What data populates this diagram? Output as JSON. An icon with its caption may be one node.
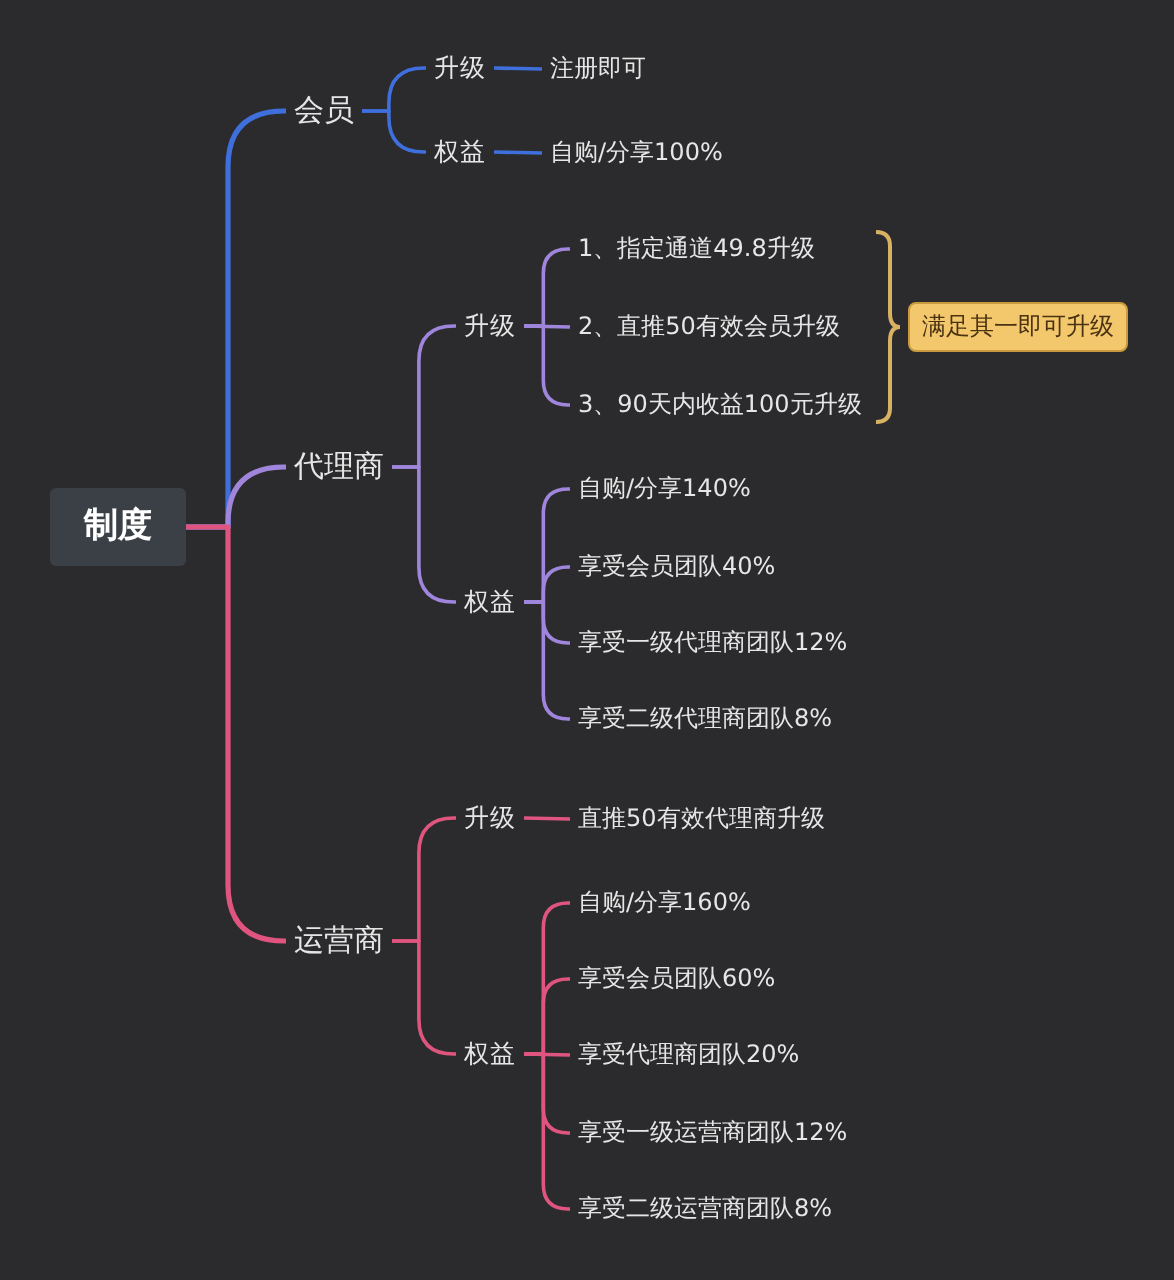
{
  "diagram": {
    "nodes": [
      {
        "text": [
          "制度"
        ]
      },
      {
        "text": [
          "会员"
        ]
      },
      {
        "text": [
          "升级"
        ]
      },
      {
        "text": [
          "注册即可"
        ]
      },
      {
        "text": [
          "权益"
        ]
      },
      {
        "text": [
          "自购/分享100%"
        ]
      },
      {
        "text": [
          "代理商"
        ]
      },
      {
        "text": [
          "升级"
        ]
      },
      {
        "text": [
          "1、指定通道49.8升级"
        ]
      },
      {
        "text": [
          "2、直推50有效会员升级"
        ]
      },
      {
        "text": [
          "3、90天内收益100元升级"
        ]
      },
      {
        "text": [
          "满足其一即可升级"
        ]
      },
      {
        "text": [
          "权益"
        ]
      },
      {
        "text": [
          "自购/分享140%"
        ]
      },
      {
        "text": [
          "享受会员团队40%"
        ]
      },
      {
        "text": [
          "享受一级代理商团队12%"
        ]
      },
      {
        "text": [
          "享受二级代理商团队8%"
        ]
      },
      {
        "text": [
          "运营商"
        ]
      },
      {
        "text": [
          "升级"
        ]
      },
      {
        "text": [
          "直推50有效代理商升级"
        ]
      },
      {
        "text": [
          "权益"
        ]
      },
      {
        "text": [
          "自购/分享160%"
        ]
      },
      {
        "text": [
          "享受会员团队60%"
        ]
      },
      {
        "text": [
          "享受代理商团队20%"
        ]
      },
      {
        "text": [
          "享受一级运营商团队12%"
        ]
      },
      {
        "text": [
          "享受二级运营商团队8%"
        ]
      }
    ],
    "edges": [
      {
        "from": 0,
        "to": 1,
        "arrow": "none",
        "color": "#3f6fdc"
      },
      {
        "from": 1,
        "to": 2,
        "arrow": "none",
        "color": "#3f6fdc"
      },
      {
        "from": 2,
        "to": 3,
        "arrow": "none",
        "color": "#3f6fdc"
      },
      {
        "from": 1,
        "to": 4,
        "arrow": "none",
        "color": "#3f6fdc"
      },
      {
        "from": 4,
        "to": 5,
        "arrow": "none",
        "color": "#3f6fdc"
      },
      {
        "from": 0,
        "to": 6,
        "arrow": "none"
      },
      {
        "from": 6,
        "to": 7,
        "arrow": "none"
      },
      {
        "from": 7,
        "to": 8,
        "arrow": "none"
      },
      {
        "from": 7,
        "to": 9,
        "arrow": "none"
      },
      {
        "from": 7,
        "to": 10,
        "arrow": "none"
      },
      {
        "from": 6,
        "to": 12,
        "arrow": "none"
      },
      {
        "from": 12,
        "to": 13,
        "arrow": "none"
      },
      {
        "from": 12,
        "to": 14,
        "arrow": "none"
      },
      {
        "from": 12,
        "to": 15,
        "arrow": "none"
      },
      {
        "from": 12,
        "to": 16,
        "arrow": "none"
      },
      {
        "from": 0,
        "to": 17,
        "arrow": "none",
        "color": "#e0557f"
      },
      {
        "from": 17,
        "to": 18,
        "arrow": "none",
        "color": "#e0557f"
      },
      {
        "from": 18,
        "to": 19,
        "arrow": "none",
        "color": "#e0557f"
      },
      {
        "from": 17,
        "to": 20,
        "arrow": "none",
        "color": "#e0557f"
      },
      {
        "from": 20,
        "to": 21,
        "arrow": "none",
        "color": "#e0557f"
      },
      {
        "from": 20,
        "to": 22,
        "arrow": "none",
        "color": "#e0557f"
      },
      {
        "from": 20,
        "to": 23,
        "arrow": "none",
        "color": "#e0557f"
      },
      {
        "from": 20,
        "to": 24,
        "arrow": "none",
        "color": "#e0557f"
      },
      {
        "from": 20,
        "to": 25,
        "arrow": "none",
        "color": "#e0557f"
      }
    ]
  }
}
